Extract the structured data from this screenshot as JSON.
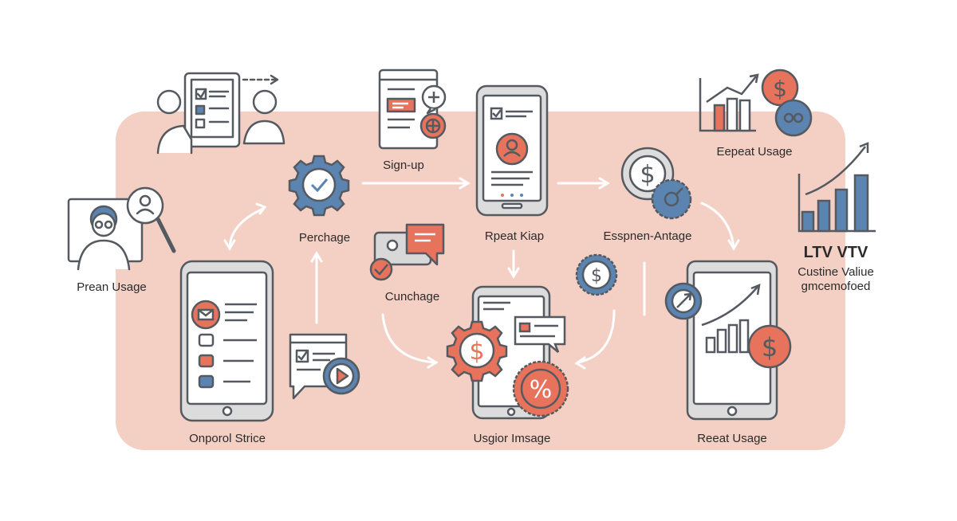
{
  "labels": {
    "prean_usage": "Prean Usage",
    "onporol_strice": "Onporol Strice",
    "perchage": "Perchage",
    "sign_up": "Sign-up",
    "cunchage": "Cunchage",
    "repeat_kiap": "Rpeat Kiap",
    "usgior_imsage": "Usgior Imsage",
    "esspnen_antage": "Esspnen-Antage",
    "eepeat_usage": "Eepeat Usage",
    "reeat_usage": "Reeat Usage",
    "ltv_title": "LTV VTV",
    "ltv_sub1": "Custine Valiue",
    "ltv_sub2": "gmcemofoed"
  },
  "colors": {
    "background_panel": "#f4cfc4",
    "accent_orange": "#e8735c",
    "accent_blue": "#5b84b1",
    "line": "#555a60",
    "device_fill": "#ffffff",
    "arrow": "#ffffff"
  },
  "icons": {
    "dollar": "$",
    "percent": "%"
  }
}
